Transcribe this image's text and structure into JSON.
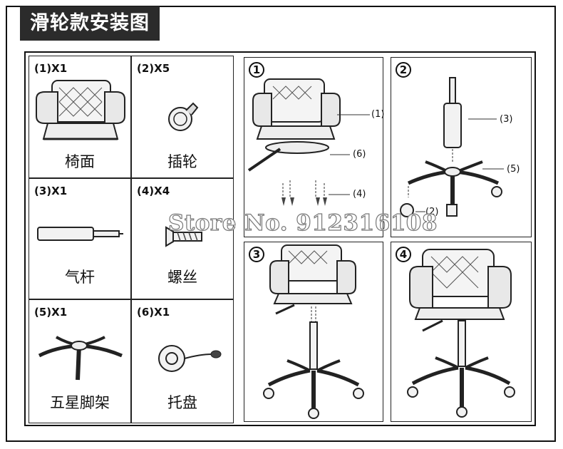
{
  "title": "滑轮款安装图",
  "parts": [
    {
      "label": "(1)X1",
      "name": "椅面"
    },
    {
      "label": "(2)X5",
      "name": "插轮"
    },
    {
      "label": "(3)X1",
      "name": "气杆"
    },
    {
      "label": "(4)X4",
      "name": "螺丝"
    },
    {
      "label": "(5)X1",
      "name": "五星脚架"
    },
    {
      "label": "(6)X1",
      "name": "托盘"
    }
  ],
  "steps": {
    "s1": {
      "num": "1",
      "refs": [
        "(1)",
        "(6)",
        "(4)"
      ]
    },
    "s2": {
      "num": "2",
      "refs": [
        "(3)",
        "(5)",
        "(2)"
      ]
    },
    "s3": {
      "num": "3"
    },
    "s4": {
      "num": "4"
    }
  },
  "watermark": "Store No. 912316108"
}
